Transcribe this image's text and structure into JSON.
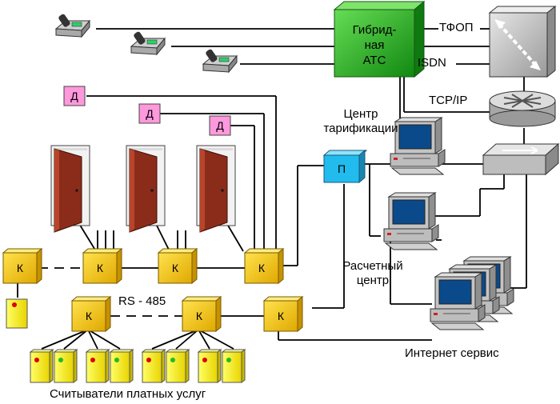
{
  "pbx": {
    "line1": "Гибрид-",
    "line2": "ная",
    "line3": "АТС"
  },
  "links": {
    "pstn": "ТФОП",
    "isdn": "ISDN",
    "tcpip": "TCP/IP"
  },
  "billing": {
    "line1": "Центр",
    "line2": "тарификации"
  },
  "settlement": {
    "line1": "Расчетный",
    "line2": "центр"
  },
  "internet": "Интернет сервис",
  "bus": "RS - 485",
  "readers": "Считыватели платных услуг",
  "sensor_label": "Д",
  "controller_label": "К",
  "converter_label": "П",
  "colors": {
    "pbx": "#1aa31a",
    "controller": "#f5c800",
    "sensor": "#ff99dd",
    "converter": "#22bbee",
    "door": "#8b2c1a",
    "reader": "#ffff33",
    "device_gray": "#b8b8b8"
  }
}
